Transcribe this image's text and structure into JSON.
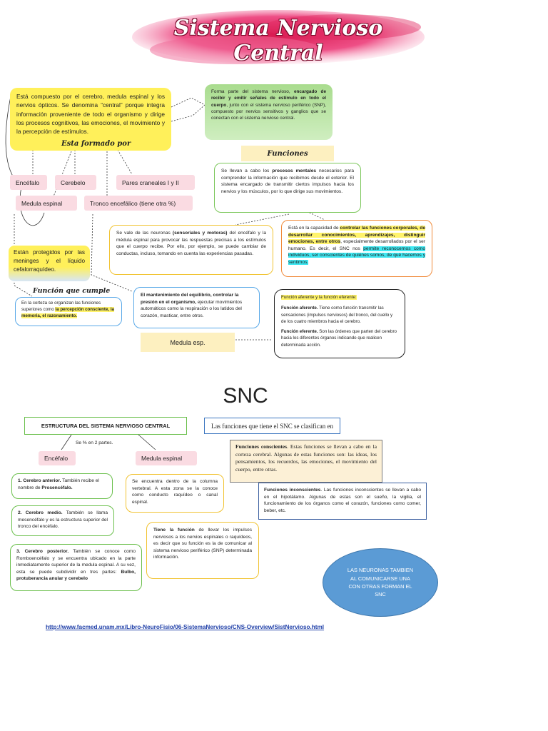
{
  "header": {
    "title": "Sistema Nervioso Central"
  },
  "top": {
    "intro": {
      "t1": "Está compuesto por el cerebro, medula espinal y los nervios ópticos. Se denomina “central” porque integra información proveniente de todo el organismo y dirige los procesos cognitivos, las emociones, el movimiento y la percepción de estímulos.",
      "formado": "Esta formado por"
    },
    "green": {
      "t1": "Forma parte del sistema nervioso, ",
      "t2": "encargado de recibir y emitir señales de estímulo en todo el cuerpo",
      "t3": ", junto con el sistema nervioso periférico (SNP), compuesto por nervios sensitivos y ganglios que se conectan con el sistema nervioso central."
    },
    "funciones_title": "Funciones",
    "parts": {
      "encefalo": "Encéfalo",
      "cerebelo": "Cerebelo",
      "pares": "Pares craneales I y II",
      "medula": "Medula espinal",
      "tronco": "Tronco encefálico (tiene otra %)"
    },
    "func_box": {
      "t1": "Se llevan a cabo los ",
      "t2": "procesos mentales",
      "t3": " necesarios para comprender la información que recibimos desde el exterior. El sistema encargado de transmitir ciertos impulsos hacia los nervios y los músculos, por lo que dirige sus movimientos."
    },
    "neurons_box": {
      "t1": "Se vale de las neuronas ",
      "t2": "(sensoriales y motoras)",
      "t3": " del encéfalo y la médula espinal para provocar las respuestas precisas a los estímulos que el cuerpo recibe. Por ello, por ejemplo, se puede cambiar de conductas, incluso, tomando en cuenta las experiencias pasadas."
    },
    "orange_box": {
      "t1": "Está en la capacidad de ",
      "t2": "controlar las funciones corporales, de desarrollar conocimientos, aprendizajes, distinguir emociones, entre otros",
      "t3": ", especialmente desarrollados por el ser humano. Es decir, el SNC nos ",
      "t4": "permite reconocernos como individuos, ser conscientes de quiénes somos, de qué hacemos y sentimos."
    },
    "meninges": "Están protegidos por las meninges y el líquido cefalorraquídeo.",
    "funcion_cumple": "Función que cumple",
    "corteza": {
      "t1": "En la corteza se organizan las funciones superiores ",
      "t2": "como ",
      "t3": "la percepción consciente, la memoria, el razonamiento."
    },
    "equilibrio": {
      "t1": "El mantenimiento del equilibrio, controlar la presión en el organismo, ",
      "t2": "ejecutar movimientos automáticos como la respiración o los latidos del corazón, masticar, entre otros."
    },
    "medula_esp": "Medula esp.",
    "aferente": {
      "title": "Función aferente y la función eferente:",
      "af_label": "Función aferente.",
      "af_text": " Tiene como función transmitir las sensaciones (impulsos nerviosos) del tronco, del cuello y de los cuatro miembros hacia el cerebro.",
      "ef_label": "Función eferente.",
      "ef_text": " Son las órdenes que parten del cerebro hacia los diferentes órganos indicando que realicen determinada acción."
    }
  },
  "bottom": {
    "snc_title": "SNC",
    "estructura": "ESTRUCTURA DEL SISTEMA NERVIOSO CENTRAL",
    "se_parte": "Se % en 2 partes.",
    "encefalo": "Encéfalo",
    "medula": "Medula espinal",
    "cerebro_anterior": {
      "label": "1. Cerebro anterior.",
      "text": " También recibe el nombre de ",
      "bold": "Prosencéfalo."
    },
    "cerebro_medio": {
      "label": "2. Cerebro medio.",
      "text": " También se llama mesencéfalo y es la estructura superior del tronco del encéfalo."
    },
    "cerebro_posterior": {
      "label": "3. Cerebro posterior.",
      "text": " También se conoce como Romboencéfalo y se encuentra ubicado en la parte inmediatamente superior de la medula espinal. A su vez, esta se puede subdividir en tres partes: ",
      "bold": "Bulbo, protuberancia anular y cerebelo"
    },
    "columna": "Se encuentra dentro de la columna vertebral. A esta zona se la conoce como conducto raquídeo o canal espinal.",
    "funcion_llevar": {
      "label": "Tiene la función",
      "text": " de llevar los impulsos nerviosos a los nervios espinales o raquídeos, es decir que su función es la de comunicar al sistema nervioso periférico (SNP) determinada información."
    },
    "clasifican": "Las funciones que tiene el SNC se clasifican en",
    "conscientes": {
      "label": "Funciones conscientes",
      "text": ". Estas funciones se llevan a cabo en la corteza cerebral. Algunas de estas funciones son: las ideas, los pensamientos, los recuerdos, las emociones, el movimiento del cuerpo, entre otras."
    },
    "inconscientes": {
      "label": "Funciones inconscientes",
      "text": ". Las funciones inconscientes se llevan a cabo en el hipotálamo. Algunas de estas son el sueño, la vigilia, el funcionamiento de los órganos como el corazón, funciones como comer, beber, etc."
    },
    "neuronas": "LAS NEURONAS TAMBIEN AL COMUNICARSE UNA CON OTRAS FORMAN EL SNC",
    "link": "http://www.facmed.unam.mx/Libro-NeuroFisio/06-SistemaNervioso/CNS-Overview/SistNervioso.html"
  }
}
